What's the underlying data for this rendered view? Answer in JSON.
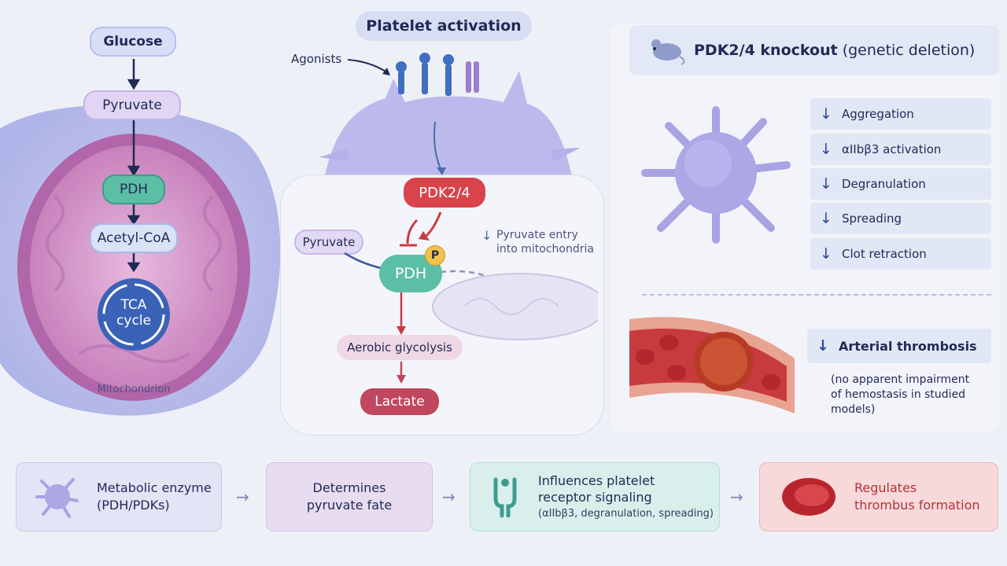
{
  "left": {
    "glucose": "Glucose",
    "pyruvate": "Pyruvate",
    "pdh": "PDH",
    "acetyl_coa": "Acetyl-CoA",
    "tca_line1": "TCA",
    "tca_line2": "cycle",
    "mitochondrion": "Mitochondrion"
  },
  "center": {
    "title": "Platelet activation",
    "agonists": "Agonists",
    "pdk": "PDK2/4",
    "pyruvate": "Pyruvate",
    "pdh": "PDH",
    "phospho": "P",
    "entry_line1": "Pyruvate entry",
    "entry_line2": "into mitochondria",
    "aerobic": "Aerobic glycolysis",
    "lactate": "Lactate"
  },
  "knockout": {
    "title": "PDK2/4 knockout",
    "subtitle": "(genetic deletion)",
    "effects": [
      "Aggregation",
      "αIIbβ3 activation",
      "Degranulation",
      "Spreading",
      "Clot retraction"
    ],
    "thrombosis": "Arterial thrombosis",
    "note_line1": "(no apparent impairment",
    "note_line2": "of hemostasis in studied models)"
  },
  "flow": [
    {
      "line1": "Metabolic enzyme",
      "line2": "(PDH/PDKs)",
      "line3": ""
    },
    {
      "line1": "Determines",
      "line2": "pyruvate fate",
      "line3": ""
    },
    {
      "line1": "Influences platelet",
      "line2": "receptor signaling",
      "line3": "(αIIbβ3, degranulation, spreading)"
    },
    {
      "line1": "Regulates",
      "line2": "thrombus formation",
      "line3": ""
    }
  ],
  "colors": {
    "pdh": "#5bbfa6",
    "pdk": "#d9434b",
    "lactate": "#c0475e",
    "platelet": "#a9a3e4",
    "mito": "#c889c4",
    "vessel": "#c73b3f"
  }
}
